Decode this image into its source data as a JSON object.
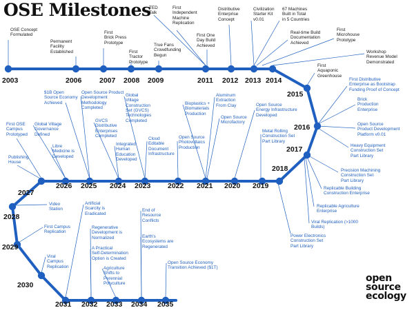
{
  "title": "OSE Milestones",
  "logo": {
    "line1": "open",
    "line2": "source",
    "line3": "ecology"
  },
  "colors": {
    "line": "#1f5fbf",
    "blue_text": "#1f5fbf",
    "black_text": "#1a1a1a"
  },
  "years": [
    "2003",
    "2006",
    "2007",
    "2008",
    "2009",
    "2011",
    "2012",
    "2013",
    "2014",
    "2015",
    "2016",
    "2017",
    "2018",
    "2019",
    "2020",
    "2021",
    "2022",
    "2023",
    "2024",
    "2025",
    "2026",
    "2027",
    "2028",
    "2029",
    "2030",
    "2031",
    "2032",
    "2033",
    "2034",
    "2035"
  ],
  "milestones": [
    {
      "id": "m1",
      "text": "OSE Concept\nFormulated"
    },
    {
      "id": "m2",
      "text": "Permanent\nFacility\nEstablished"
    },
    {
      "id": "m3",
      "text": "First\nBrick Press\nPrototype"
    },
    {
      "id": "m4",
      "text": "First\nTractor\nPrototype"
    },
    {
      "id": "m5",
      "text": "True Fans\nCrowdfunding\nBegun"
    },
    {
      "id": "m6",
      "text": "TED\nTalk"
    },
    {
      "id": "m7",
      "text": "First\nIndependent\nMachine\nReplication"
    },
    {
      "id": "m8",
      "text": "First One\nDay Build\nAchieved"
    },
    {
      "id": "m9",
      "text": "Distributive\nEnterprise\nConcept"
    },
    {
      "id": "m10",
      "text": "Civilization\nStarter Kit\nv0.01"
    },
    {
      "id": "m11",
      "text": "67 Machines\nBuilt in Total\nin 5 Countries"
    },
    {
      "id": "m12",
      "text": "Real-time Build\nDocumentation\nAchieved"
    },
    {
      "id": "m13",
      "text": "First\nMicrohouse\nPrototype"
    },
    {
      "id": "m14",
      "text": "Workshop\nRevenue Model\nDemonstrated"
    },
    {
      "id": "m15",
      "text": "First\nAquaponic\nGreenhouse"
    },
    {
      "id": "f1",
      "text": "First Distributive\nEnterprise as Bootstrap\nFunding Proof of Concept"
    },
    {
      "id": "f2",
      "text": "Brick\nProduction\nEnterprise"
    },
    {
      "id": "f3",
      "text": "Open Source\nProduct Development\nPlatform v0.01"
    },
    {
      "id": "f4",
      "text": "Heavy Equipment\nConstruction Set\nPart Library"
    },
    {
      "id": "f5",
      "text": "Precision Machining\nConstruction Set\nPart Library"
    },
    {
      "id": "f6",
      "text": "Replicable Building\nConstruction Enterprise"
    },
    {
      "id": "f7",
      "text": "Replicable Agriculture\nEnterprise"
    },
    {
      "id": "f8",
      "text": "Viral Replication (>1000\nBuilds)"
    },
    {
      "id": "f9",
      "text": "Power Electronics\nConstruction Set\nPart Library"
    },
    {
      "id": "f10",
      "text": "Metal Rolling\nConstruction Set\nPart Library"
    },
    {
      "id": "f11",
      "text": "Open Source\nEnergy Infrastructure\nDeveloped"
    },
    {
      "id": "f12",
      "text": "Open Source\nMicrofactory"
    },
    {
      "id": "f13",
      "text": "Aluminum\nExtraction\nFrom Clay"
    },
    {
      "id": "f14",
      "text": "Bioplastics +\nBiomaterials\nProduction"
    },
    {
      "id": "f15",
      "text": "Open Source\nPhotovoltaics\nProduction"
    },
    {
      "id": "f16",
      "text": "Cloud\nEditable\nDocument\nInfrastructure"
    },
    {
      "id": "f17",
      "text": "Global\nVillage\nConstruction\nSet (GVCS)\nTechnologies\nCompleted"
    },
    {
      "id": "f18",
      "text": "Integrated\nHuman\nEducation\nDeveloped"
    },
    {
      "id": "f19",
      "text": "GVCS\nDistributive\nEnterprises\nCompleted"
    },
    {
      "id": "f20",
      "text": "Open Source Product\nDevelopment\nMethodology\nCompleted"
    },
    {
      "id": "f21",
      "text": "$1B Open\nSource Economy\nAchieved"
    },
    {
      "id": "f22",
      "text": "Libre\nMedicine is\nDeveloped"
    },
    {
      "id": "f23",
      "text": "Global Village\nGovernance\nDefined"
    },
    {
      "id": "f24",
      "text": "First OSE\nCampus\nPrototyped"
    },
    {
      "id": "f25",
      "text": "Publishing\nHouse"
    },
    {
      "id": "f26",
      "text": "Video\nStation"
    },
    {
      "id": "f27",
      "text": "First Campus\nReplication"
    },
    {
      "id": "f28",
      "text": "Viral\nCampus\nReplication"
    },
    {
      "id": "f29",
      "text": "Artificial\nScarcity is\nEradicated"
    },
    {
      "id": "f30",
      "text": "Regenerative\nDevelopment is\nNormalized"
    },
    {
      "id": "f31",
      "text": "A Practical\nSelf-Determination\nOption is Created"
    },
    {
      "id": "f32",
      "text": "Agriculture\nShifts to\nPerennial\nPolyculture"
    },
    {
      "id": "f33",
      "text": "End of\nResource\nConflicts"
    },
    {
      "id": "f34",
      "text": "Earth's\nEcosystems are\nRegenerated"
    },
    {
      "id": "f35",
      "text": "Open Source Economy\nTransition Achieved ($1T)"
    }
  ]
}
